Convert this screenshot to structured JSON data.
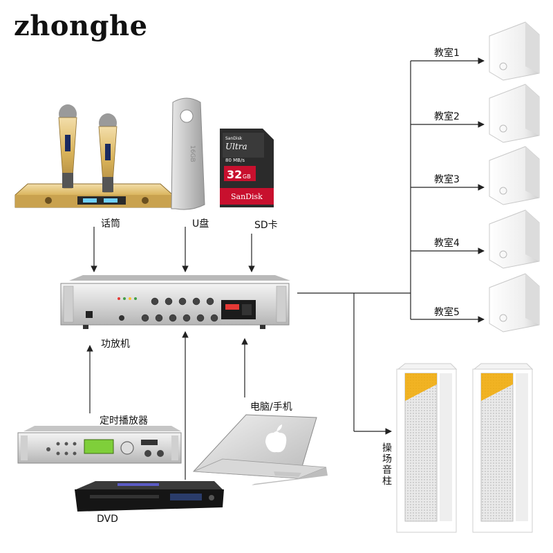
{
  "brand": "zhonghe",
  "sources": {
    "mic_label": "话筒",
    "usb_label": "U盘",
    "sd_label": "SD卡"
  },
  "sd_card": {
    "brand_small": "SanDisk",
    "line": "Ultra",
    "speed": "80 MB/s",
    "capacity": "32",
    "unit": "GB",
    "logo": "SanDisk"
  },
  "usb": {
    "size": "16GB"
  },
  "amplifier": {
    "label": "功放机"
  },
  "inputs": {
    "timer_label": "定时播放器",
    "computer_label": "电脑/手机",
    "dvd_label": "DVD"
  },
  "classrooms": [
    "教室1",
    "教室2",
    "教室3",
    "教室4",
    "教室5"
  ],
  "playground_label": "操场音柱",
  "colors": {
    "line": "#222222",
    "sd_red": "#c8102e",
    "gold": "#d9b35a",
    "speaker_orange": "#f2a900"
  }
}
